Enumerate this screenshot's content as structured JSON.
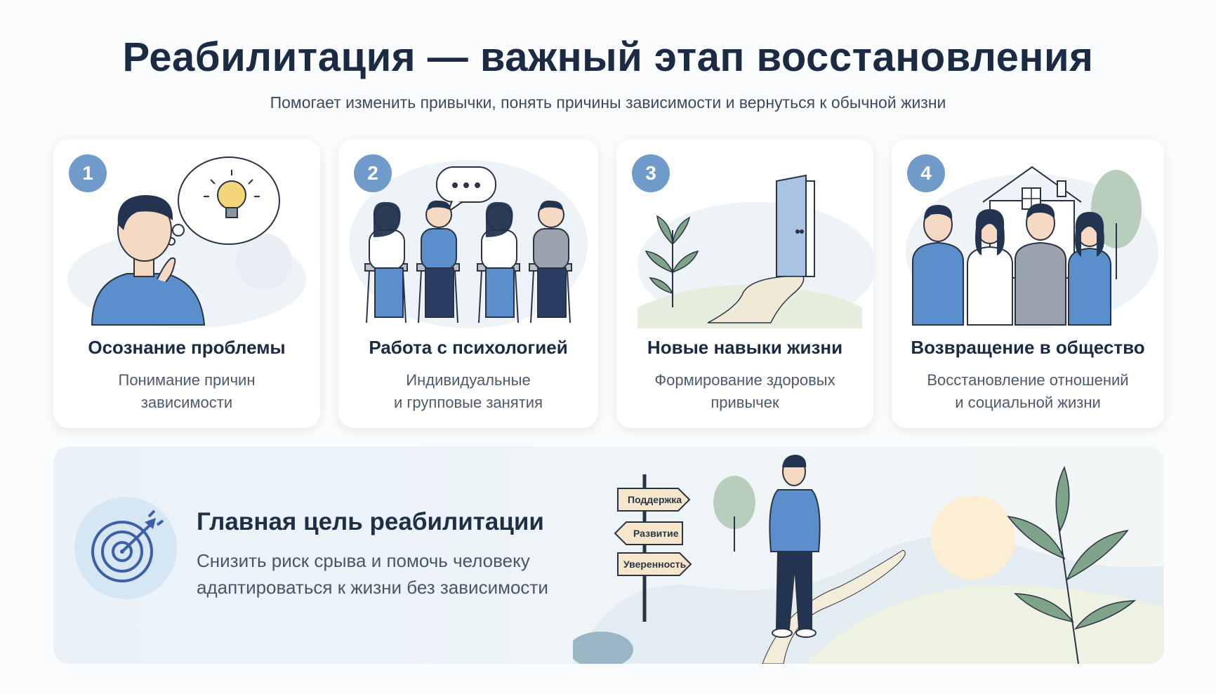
{
  "header": {
    "title": "Реабилитация — важный этап восстановления",
    "subtitle": "Помогает изменить привычки, понять причины зависимости и вернуться к обычной жизни"
  },
  "steps": [
    {
      "number": "1",
      "title": "Осознание проблемы",
      "desc_line1": "Понимание причин",
      "desc_line2": "зависимости",
      "icon": "thinking-person-lightbulb-icon"
    },
    {
      "number": "2",
      "title": "Работа с психологией",
      "desc_line1": "Индивидуальные",
      "desc_line2": "и групповые занятия",
      "icon": "group-therapy-icon"
    },
    {
      "number": "3",
      "title": "Новые навыки жизни",
      "desc_line1": "Формирование здоровых",
      "desc_line2": "привычек",
      "icon": "open-door-path-icon"
    },
    {
      "number": "4",
      "title": "Возвращение в общество",
      "desc_line1": "Восстановление отношений",
      "desc_line2": "и социальной жизни",
      "icon": "family-house-icon"
    }
  ],
  "goal": {
    "title": "Главная цель реабилитации",
    "text_line1": "Снизить риск срыва и помочь человеку",
    "text_line2": "адаптироваться к жизни без зависимости",
    "icon": "target-arrow-icon",
    "signs": [
      "Поддержка",
      "Развитие",
      "Уверенность"
    ]
  },
  "colors": {
    "accent": "#6f9ac9",
    "title": "#1b2b44",
    "shirt_blue": "#5b8fcc",
    "plant_green": "#7fa48a"
  }
}
